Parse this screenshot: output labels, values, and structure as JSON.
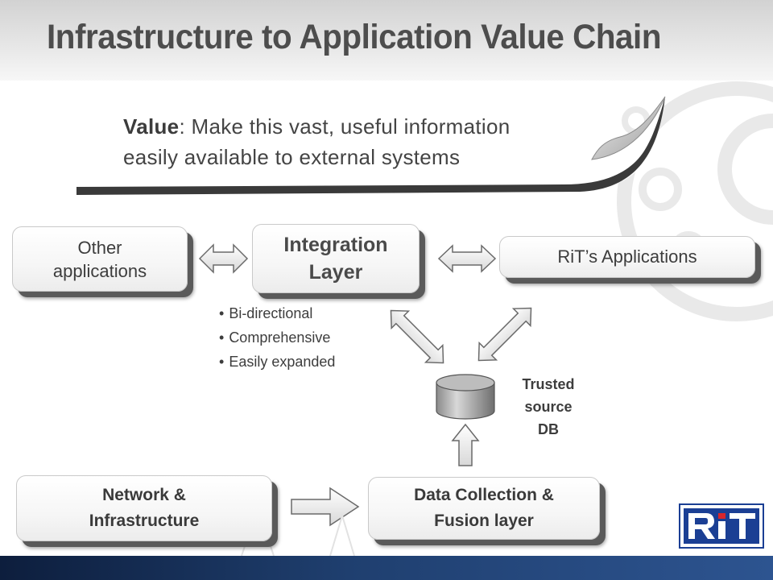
{
  "slide": {
    "title": "Infrastructure to Application Value Chain",
    "value_banner": {
      "label": "Value",
      "text_line1": ": Make this vast, useful information",
      "text_line2": "easily available to external systems"
    },
    "boxes": {
      "other_apps": [
        "Other",
        "applications"
      ],
      "integration": [
        "Integration",
        "Layer"
      ],
      "rit_apps": "RiT’s Applications",
      "network": [
        "Network &",
        "Infrastructure"
      ],
      "data_collection": [
        "Data Collection &",
        "Fusion layer"
      ]
    },
    "integration_features": [
      "Bi-directional",
      "Comprehensive",
      "Easily expanded"
    ],
    "db_label": [
      "Trusted",
      "source",
      "DB"
    ],
    "logo_text": "RiT"
  },
  "colors": {
    "title": "#4d4d4d",
    "box_shadow": "#5a5a5a",
    "logo_blue": "#1b3f94",
    "logo_red": "#d8262c",
    "bottom_bar": "#1f3f6f"
  },
  "icons": [
    "double-arrow-icon",
    "database-cylinder-icon",
    "up-arrow-icon",
    "right-arrow-icon",
    "page-curl-icon",
    "rit-logo-icon"
  ]
}
